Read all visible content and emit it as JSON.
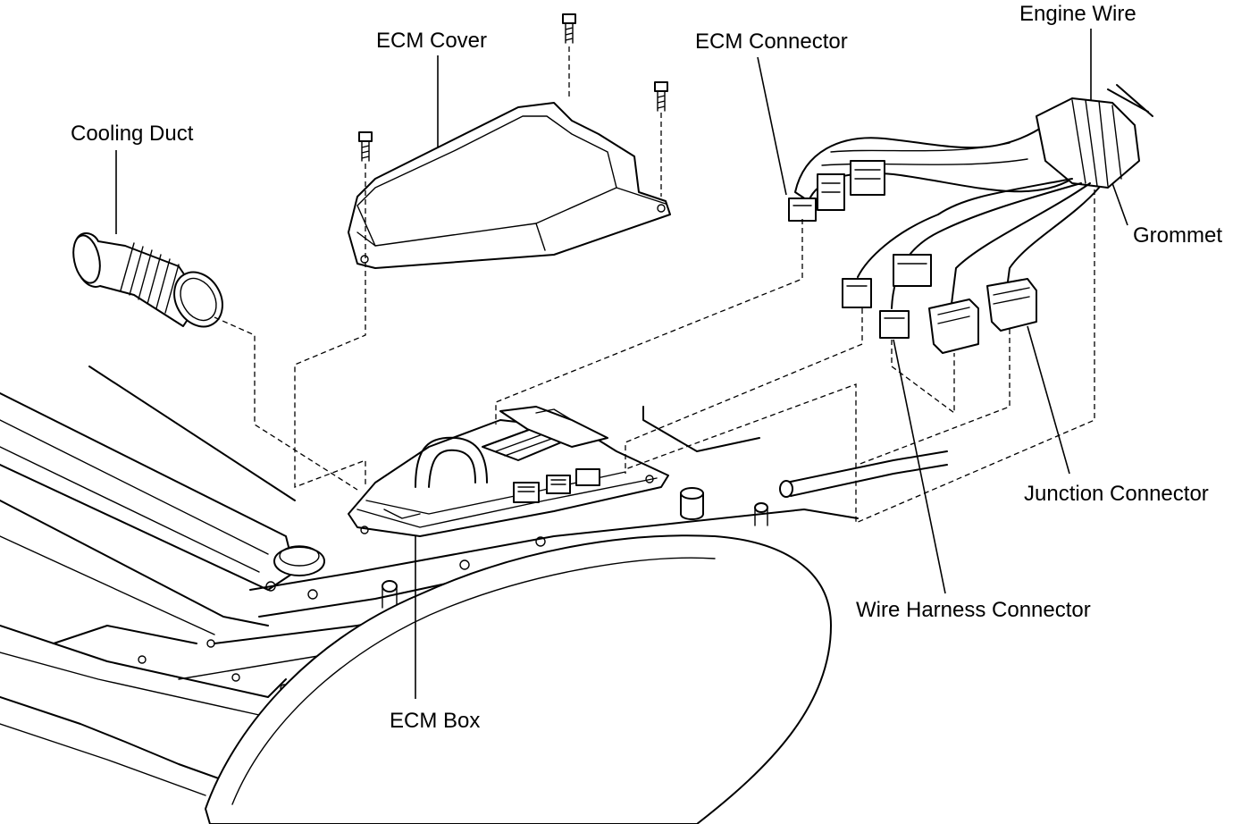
{
  "labels": {
    "engine_wire": "Engine Wire",
    "ecm_cover": "ECM Cover",
    "ecm_connector": "ECM Connector",
    "cooling_duct": "Cooling Duct",
    "grommet": "Grommet",
    "junction_connector": "Junction Connector",
    "wire_harness_connector": "Wire Harness Connector",
    "ecm_box": "ECM Box"
  }
}
